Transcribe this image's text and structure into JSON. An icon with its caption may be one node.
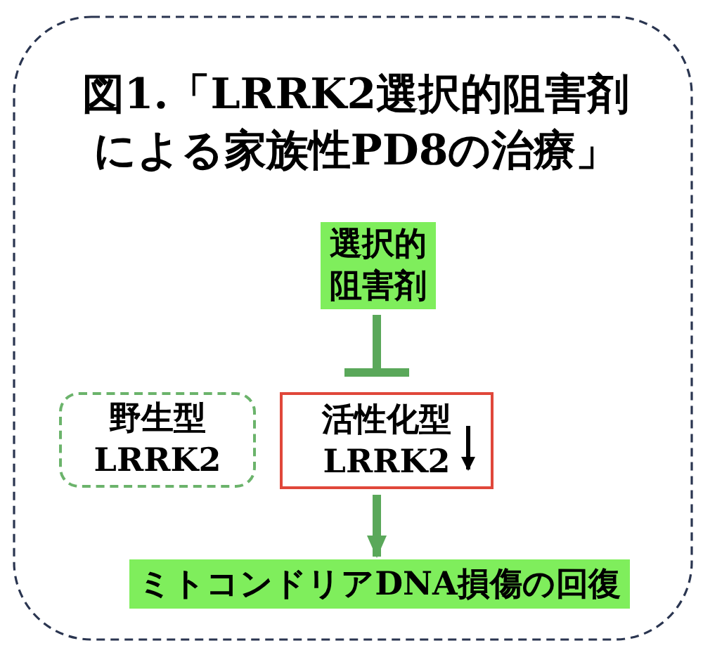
{
  "diagram": {
    "title": "図1.「LRRK2選択的阻害剤による家族性PD8の治療」",
    "nodes": [
      {
        "text": [
          "選択的阻害剤"
        ]
      },
      {
        "text": [
          "野生型LRRK2"
        ]
      },
      {
        "text": [
          "活性化型LRRK2"
        ]
      },
      {
        "text": [
          "ミトコンドリアDNA損傷の回復"
        ]
      }
    ],
    "edges": [
      {
        "from": 0,
        "to": 2,
        "arrow": "other"
      },
      {
        "from": 2,
        "to": 3,
        "arrow": "to"
      }
    ]
  }
}
